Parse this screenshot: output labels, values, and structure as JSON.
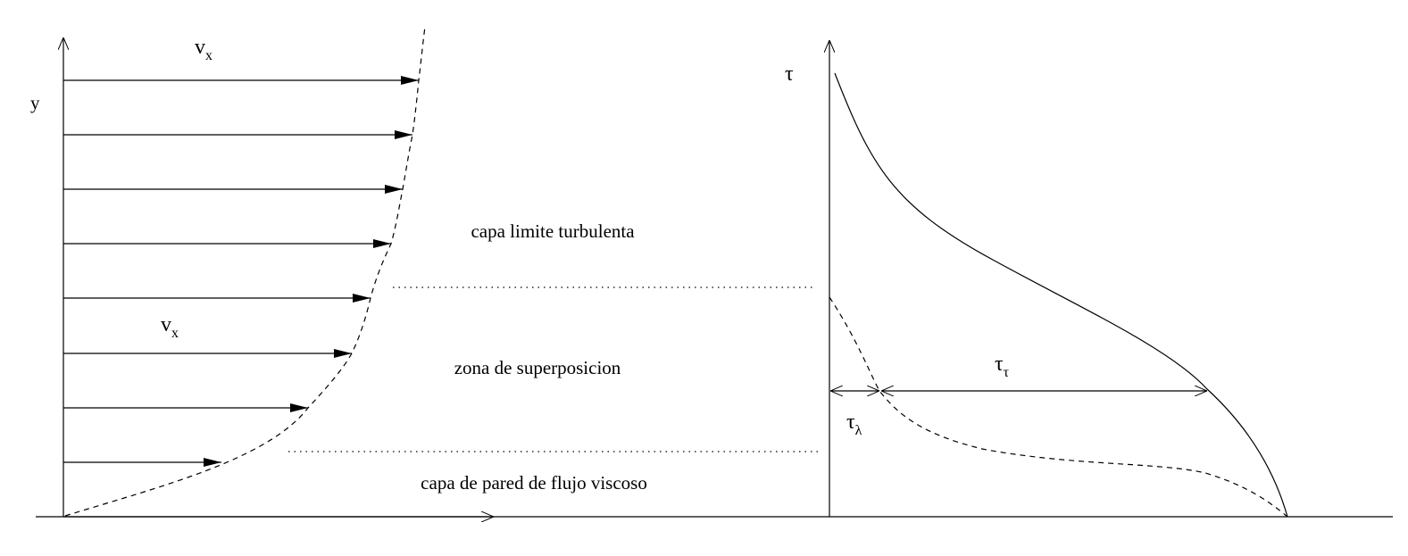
{
  "left_plot": {
    "y_axis_label": "y",
    "top_velocity_label": "v",
    "top_velocity_sub": "x",
    "mid_velocity_label": "v",
    "mid_velocity_sub": "x"
  },
  "zones": {
    "turbulent": "capa limite turbulenta",
    "overlap": "zona de superposicion",
    "viscous": "capa de pared de flujo viscoso"
  },
  "right_plot": {
    "y_axis_label": "τ",
    "turbulent_stress_label": "τ",
    "turbulent_stress_sub": "τ",
    "laminar_stress_label": "τ",
    "laminar_stress_sub": "λ"
  }
}
